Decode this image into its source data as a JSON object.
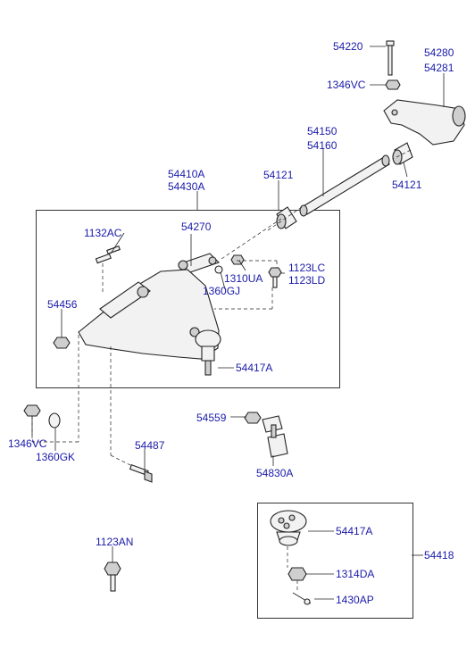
{
  "labels": {
    "p54220": "54220",
    "p54280": "54280",
    "p54281": "54281",
    "p1346vc_top": "1346VC",
    "p54150": "54150",
    "p54160": "54160",
    "p54121_left": "54121",
    "p54121_right": "54121",
    "p54410a": "54410A",
    "p54430a": "54430A",
    "p54270": "54270",
    "p1132ac": "1132AC",
    "p1123lc": "1123LC",
    "p1123ld": "1123LD",
    "p1310ua": "1310UA",
    "p1360gj": "1360GJ",
    "p54456": "54456",
    "p54417a_main": "54417A",
    "p54559": "54559",
    "p54830a": "54830A",
    "p1346vc_bottom": "1346VC",
    "p1360gk": "1360GK",
    "p54487": "54487",
    "p1123an": "1123AN",
    "p54417a_detail": "54417A",
    "p1314da": "1314DA",
    "p1430ap": "1430AP",
    "p54418": "54418"
  },
  "colors": {
    "label": "#1a1aa8",
    "line": "#222222",
    "part_fill": "#f2f2f2"
  }
}
